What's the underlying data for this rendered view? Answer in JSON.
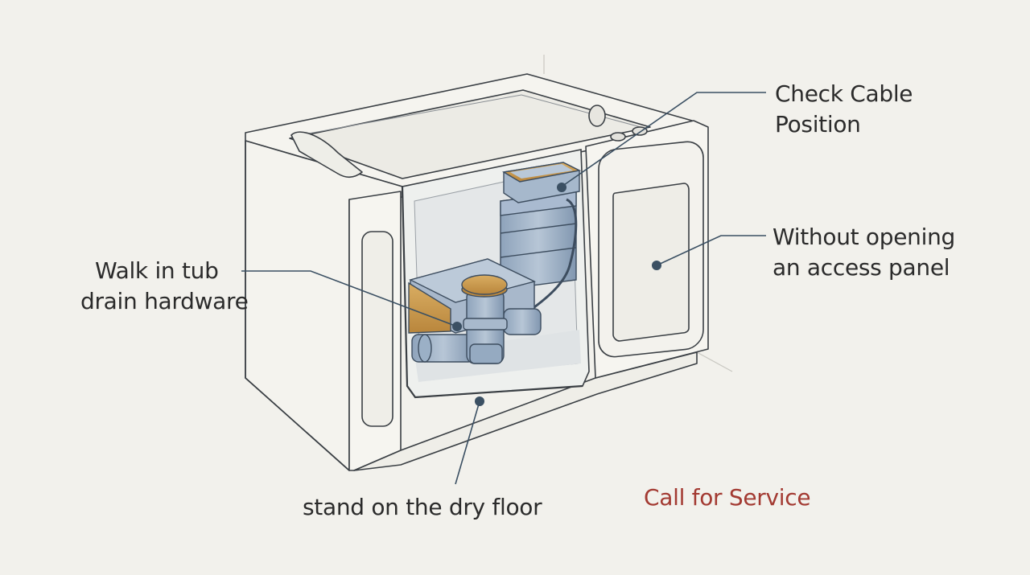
{
  "diagram": {
    "labels": {
      "check_cable": {
        "line1": "Check Cable",
        "line2": "Position"
      },
      "access_panel": {
        "line1": "Without opening",
        "line2": "an access panel"
      },
      "drain_hardware": {
        "line1": "Walk in tub",
        "line2": "drain hardware"
      },
      "dry_floor": "stand on the dry floor",
      "service": "Call for Service"
    },
    "colors": {
      "background": "#f2f1ec",
      "line": "#2f3a44",
      "leader": "#3b5063",
      "metal": "#9fb2c8",
      "brass": "#c99a4e",
      "service_text": "#a33a32"
    }
  }
}
